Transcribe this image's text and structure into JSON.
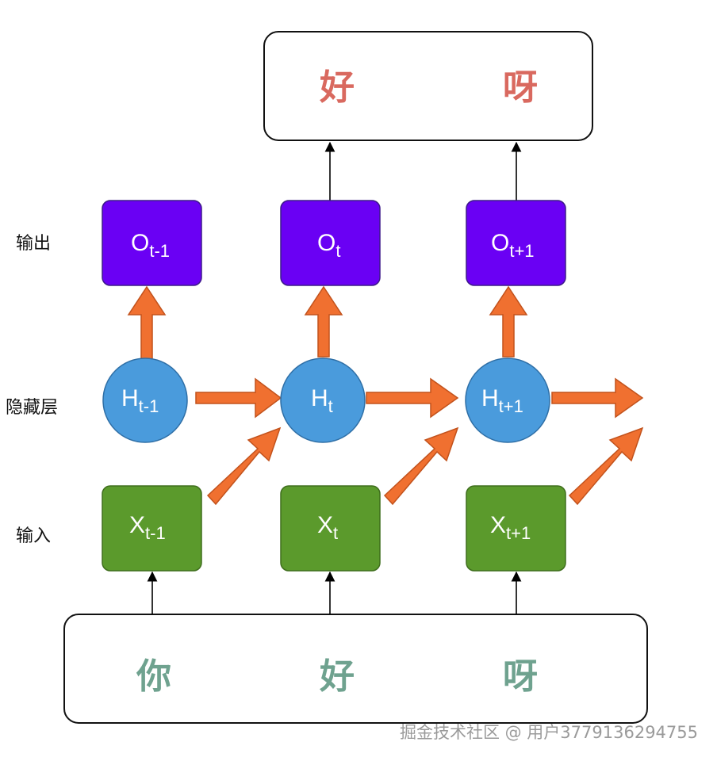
{
  "row_labels": {
    "output": "输出",
    "hidden": "隐藏层",
    "input": "输入"
  },
  "outputs": [
    {
      "base": "O",
      "sub": "t-1"
    },
    {
      "base": "O",
      "sub": "t"
    },
    {
      "base": "O",
      "sub": "t+1"
    }
  ],
  "hidden": [
    {
      "base": "H",
      "sub": "t-1"
    },
    {
      "base": "H",
      "sub": "t"
    },
    {
      "base": "H",
      "sub": "t+1"
    }
  ],
  "inputs": [
    {
      "base": "X",
      "sub": "t-1"
    },
    {
      "base": "X",
      "sub": "t"
    },
    {
      "base": "X",
      "sub": "t+1"
    }
  ],
  "output_sequence": [
    "好",
    "呀"
  ],
  "input_sequence": [
    "你",
    "好",
    "呀"
  ],
  "watermark": "掘金技术社区 @ 用户3779136294755",
  "colors": {
    "output_node": "#6a00f4",
    "output_node_border": "#3d1a8a",
    "hidden_node": "#4a9bdc",
    "hidden_node_border": "#2f6fa6",
    "input_node": "#5b9a2c",
    "input_node_border": "#3f6e1d",
    "flow_arrow": "#f07030",
    "flow_arrow_border": "#c2521c",
    "output_char": "#d9695f",
    "input_char": "#6fa28f"
  }
}
